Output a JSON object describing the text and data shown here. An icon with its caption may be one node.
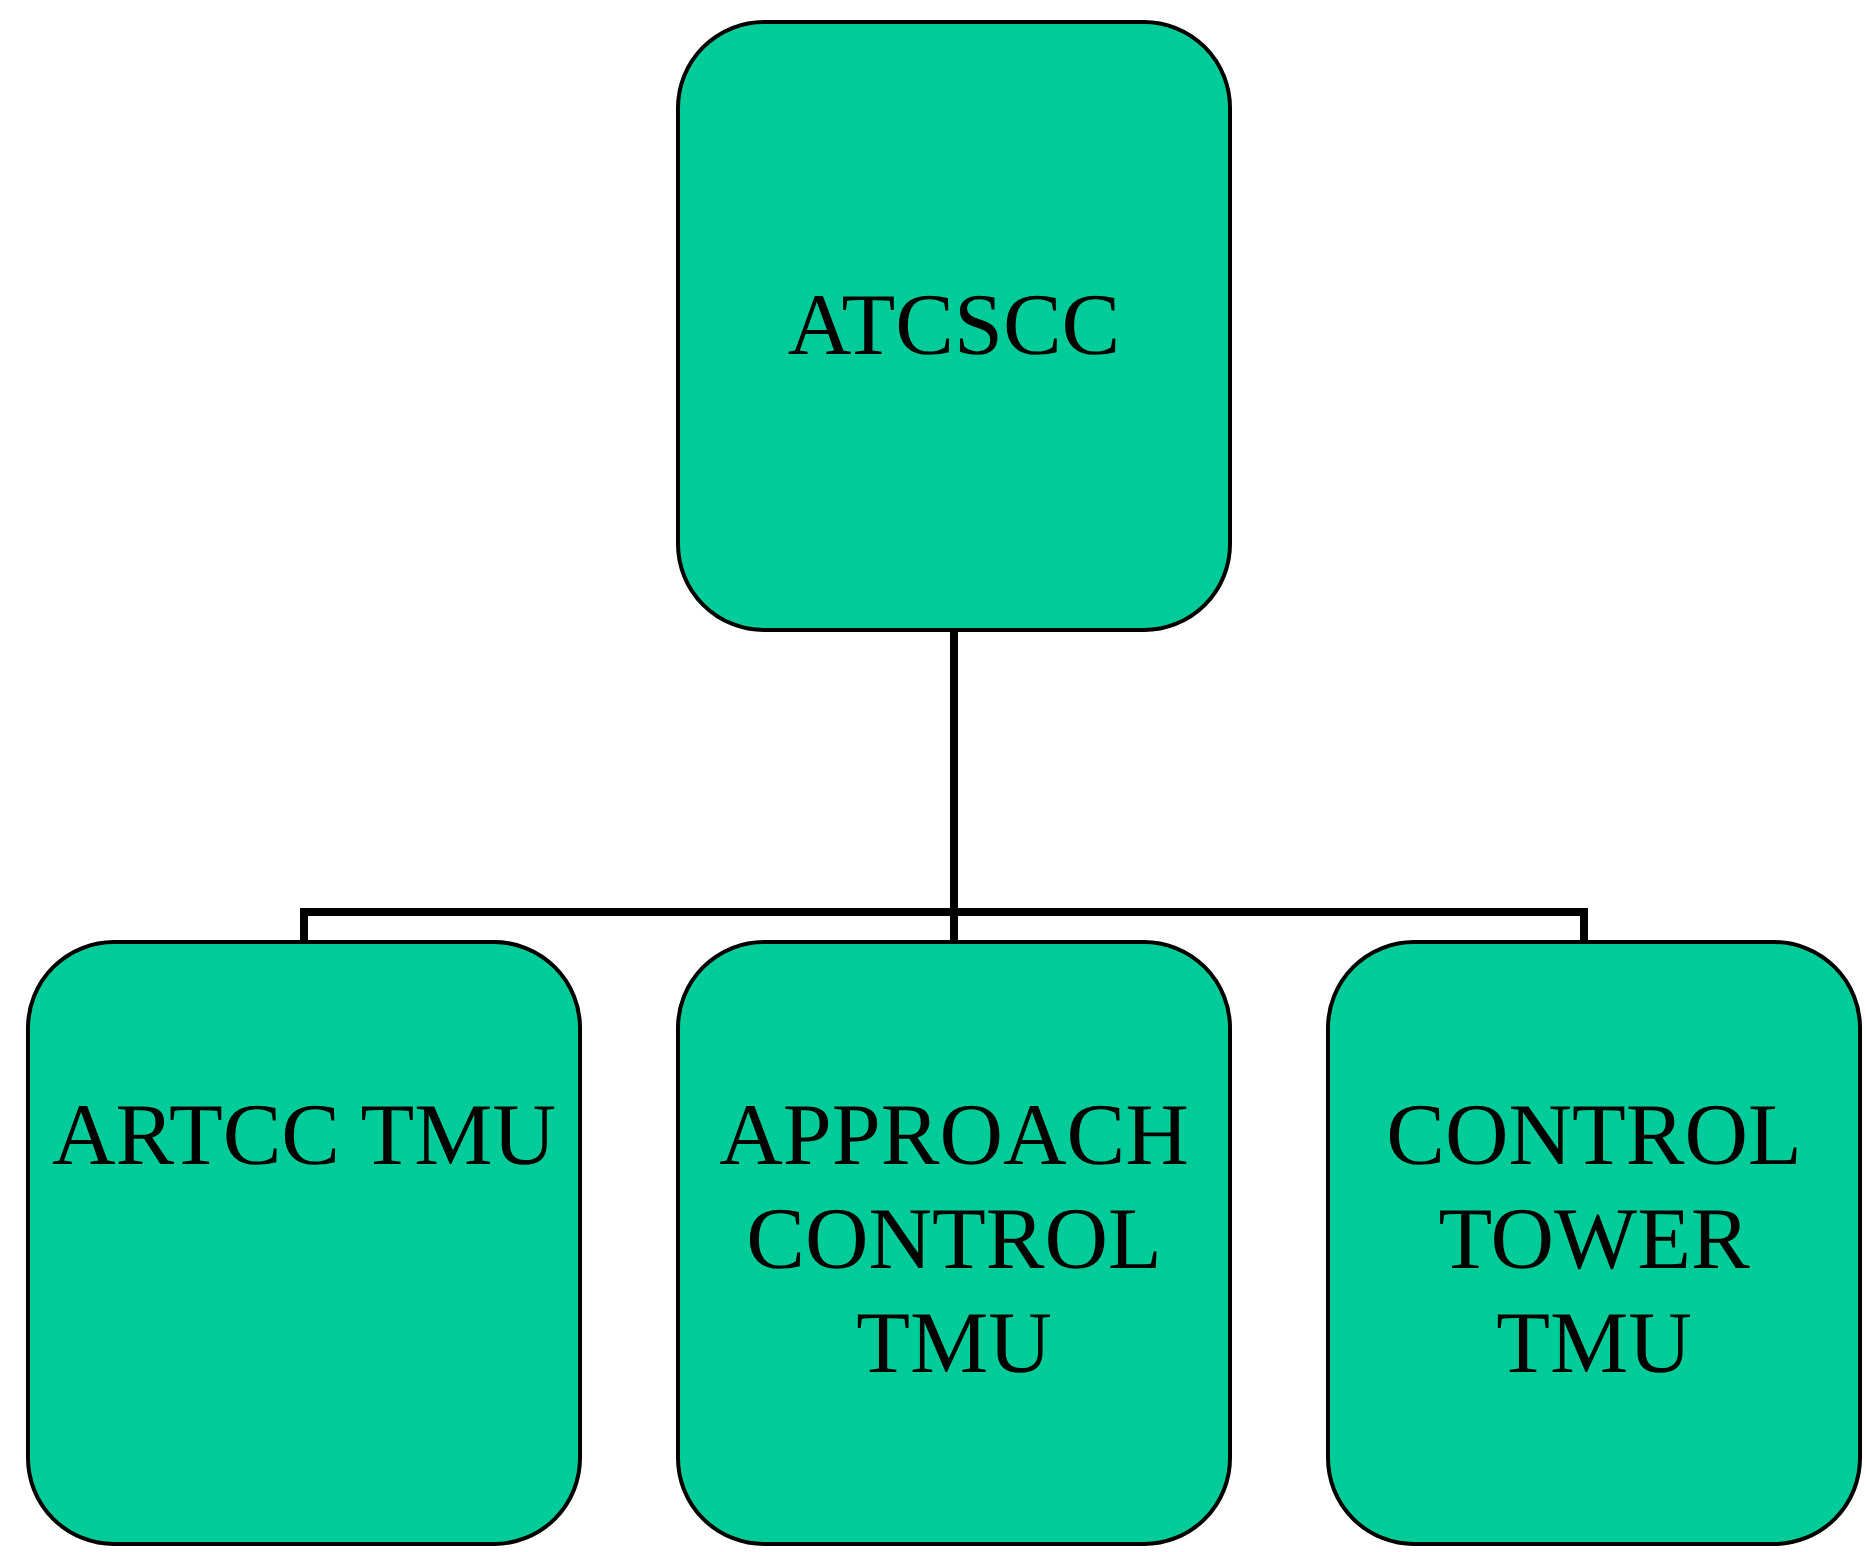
{
  "diagram": {
    "nodes": [
      {
        "text": [
          "ATCSCC"
        ]
      },
      {
        "text": [
          "ARTCC TMU"
        ]
      },
      {
        "text": [
          "APPROACH CONTROL TMU"
        ]
      },
      {
        "text": [
          "CONTROL TOWER TMU"
        ]
      }
    ],
    "edges": [
      {
        "from": 0,
        "to": 1,
        "arrow": "none"
      },
      {
        "from": 0,
        "to": 2,
        "arrow": "none"
      },
      {
        "from": 0,
        "to": 3,
        "arrow": "none"
      }
    ]
  }
}
